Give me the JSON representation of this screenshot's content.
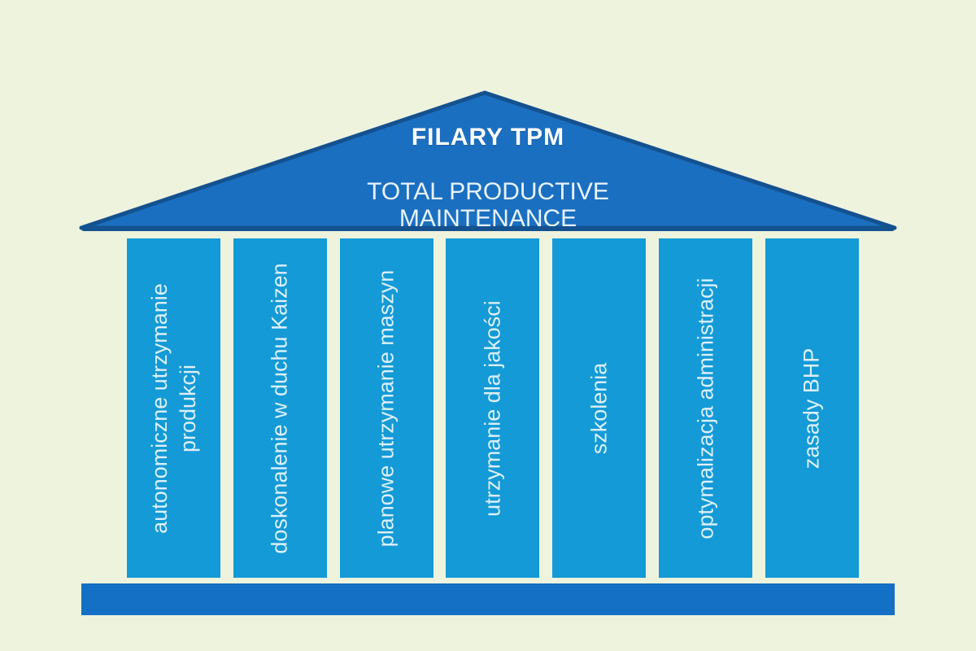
{
  "diagram": {
    "roof": {
      "title": "FILARY TPM",
      "subtitle": "TOTAL PRODUCTIVE\nMAINTENANCE"
    },
    "pillars": [
      {
        "label": "autonomiczne utrzymanie\nprodukcji"
      },
      {
        "label": "doskonalenie w duchu Kaizen"
      },
      {
        "label": "planowe utrzymanie maszyn"
      },
      {
        "label": "utrzymanie dla jakości"
      },
      {
        "label": "szkolenia"
      },
      {
        "label": "optymalizacja administracji"
      },
      {
        "label": "zasady BHP"
      }
    ],
    "colors": {
      "background": "#eef3de",
      "roof_fill": "#1b6fc0",
      "roof_edge": "#14518f",
      "pillar": "#149ad6",
      "pillar_text": "#dcf0fa",
      "base": "#1470c4",
      "title_text": "#ffffff",
      "subtitle_text": "#e8f3fc"
    }
  }
}
